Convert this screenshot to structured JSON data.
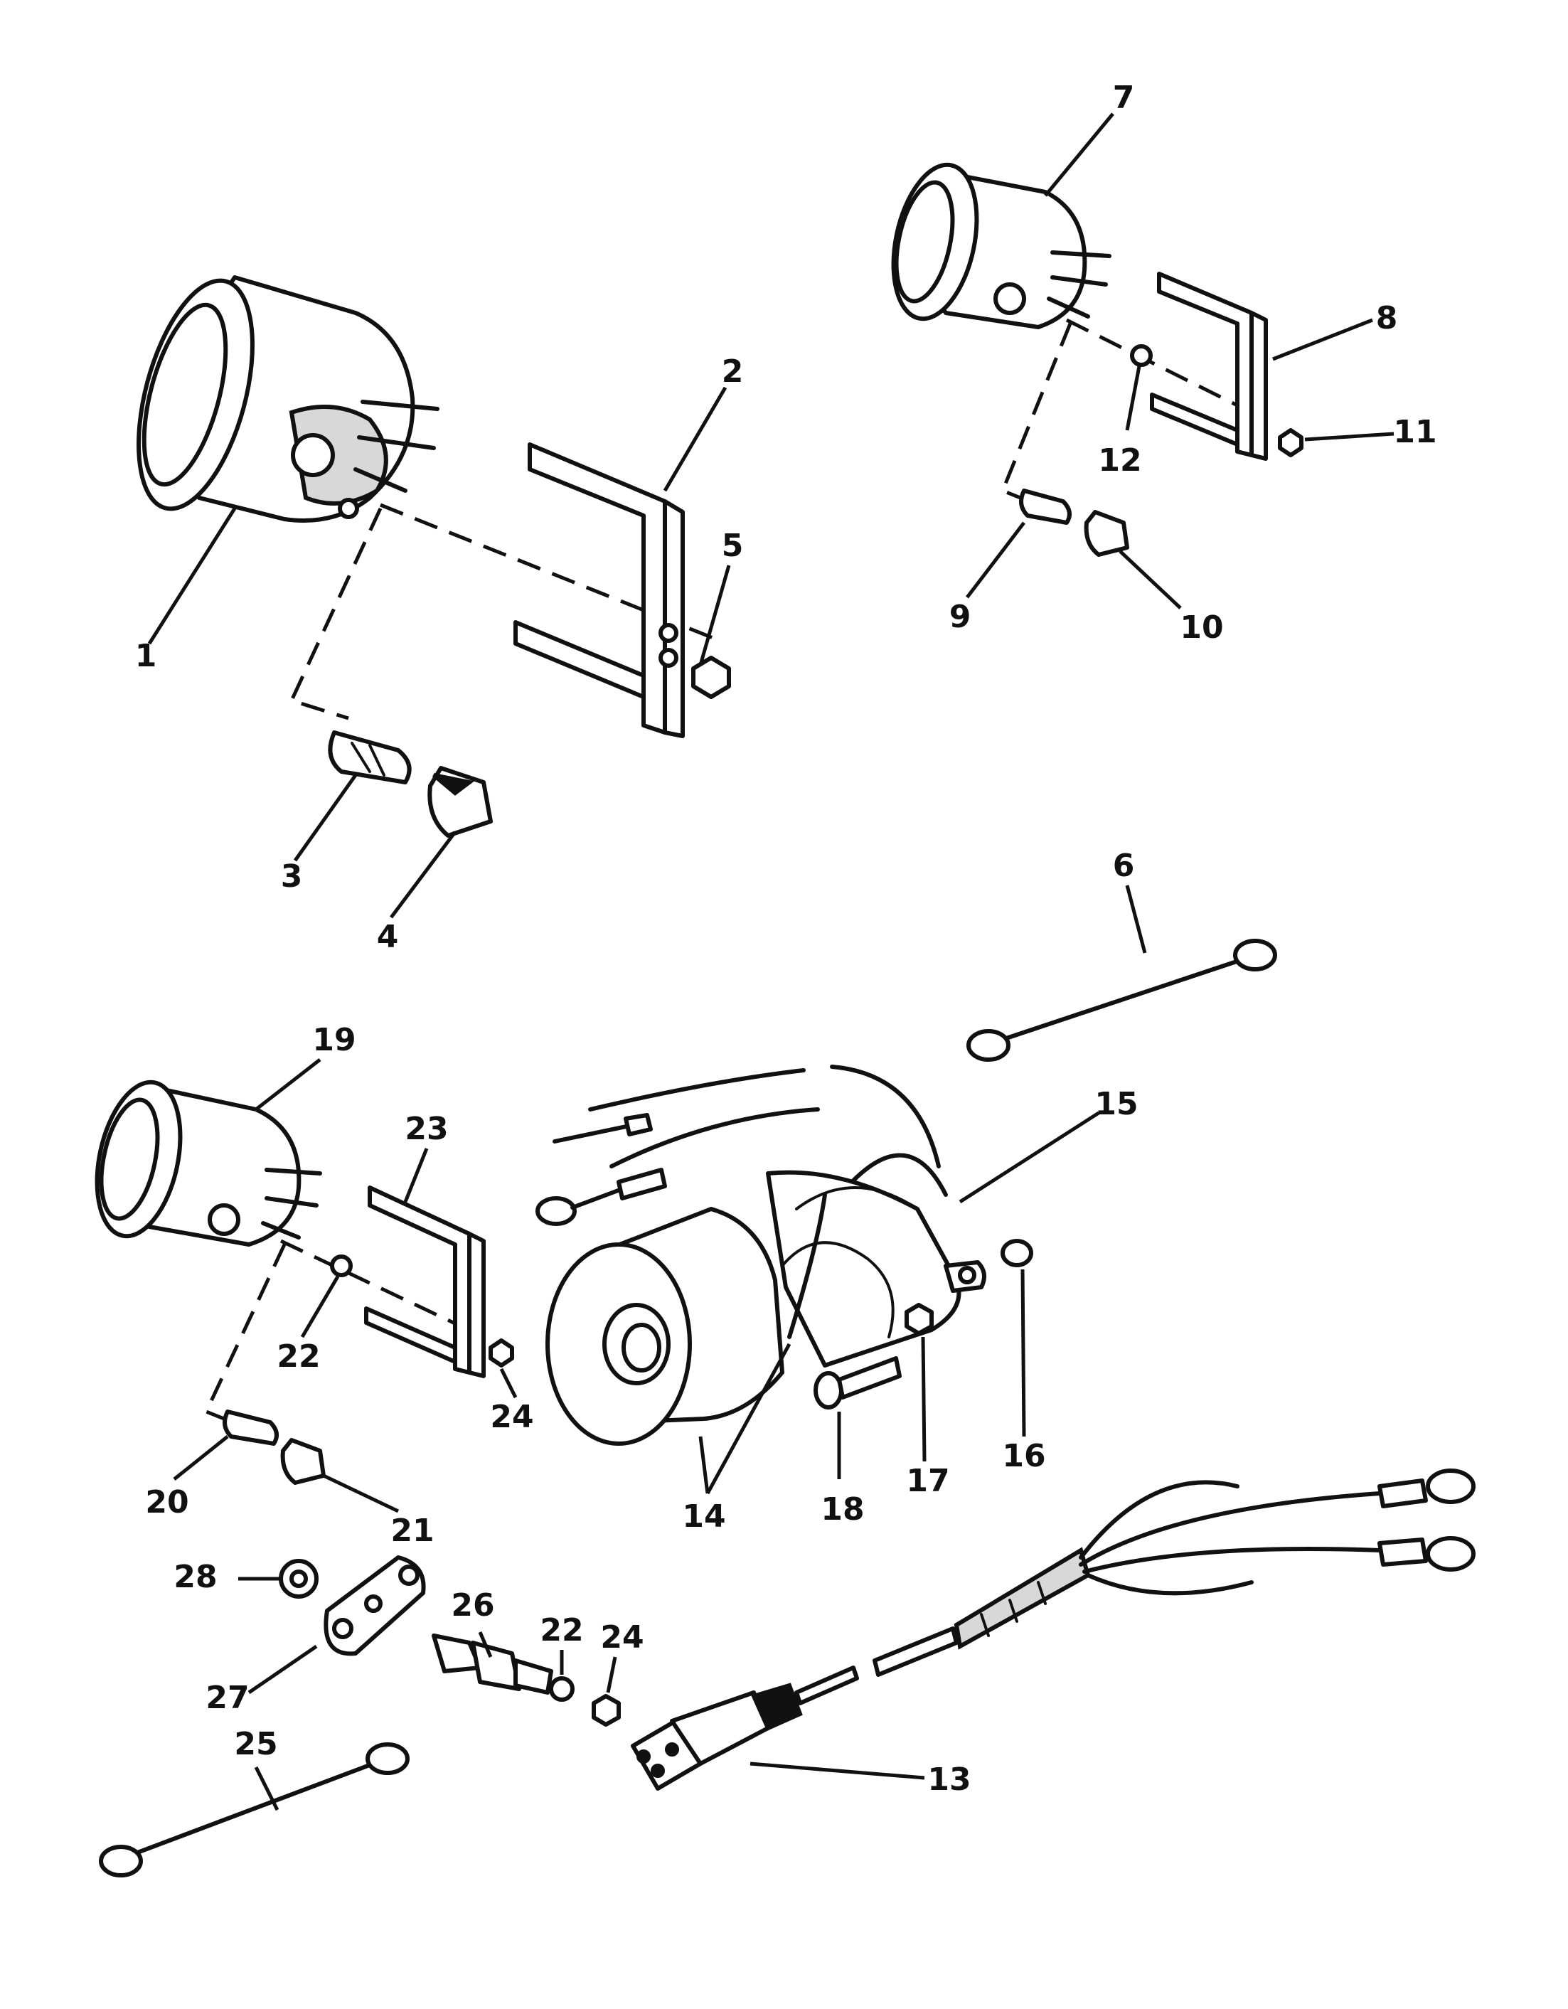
{
  "callouts": [
    {
      "id": "c1",
      "label": "1"
    },
    {
      "id": "c2",
      "label": "2"
    },
    {
      "id": "c3",
      "label": "3"
    },
    {
      "id": "c4",
      "label": "4"
    },
    {
      "id": "c5",
      "label": "5"
    },
    {
      "id": "c6",
      "label": "6"
    },
    {
      "id": "c7",
      "label": "7"
    },
    {
      "id": "c8",
      "label": "8"
    },
    {
      "id": "c9",
      "label": "9"
    },
    {
      "id": "c10",
      "label": "10"
    },
    {
      "id": "c11",
      "label": "11"
    },
    {
      "id": "c12",
      "label": "12"
    },
    {
      "id": "c13",
      "label": "13"
    },
    {
      "id": "c14",
      "label": "14"
    },
    {
      "id": "c15",
      "label": "15"
    },
    {
      "id": "c16",
      "label": "16"
    },
    {
      "id": "c17",
      "label": "17"
    },
    {
      "id": "c18",
      "label": "18"
    },
    {
      "id": "c19",
      "label": "19"
    },
    {
      "id": "c20",
      "label": "20"
    },
    {
      "id": "c21",
      "label": "21"
    },
    {
      "id": "c22a",
      "label": "22"
    },
    {
      "id": "c22b",
      "label": "22"
    },
    {
      "id": "c23",
      "label": "23"
    },
    {
      "id": "c24a",
      "label": "24"
    },
    {
      "id": "c24b",
      "label": "24"
    },
    {
      "id": "c25",
      "label": "25"
    },
    {
      "id": "c26",
      "label": "26"
    },
    {
      "id": "c27",
      "label": "27"
    },
    {
      "id": "c28",
      "label": "28"
    }
  ]
}
